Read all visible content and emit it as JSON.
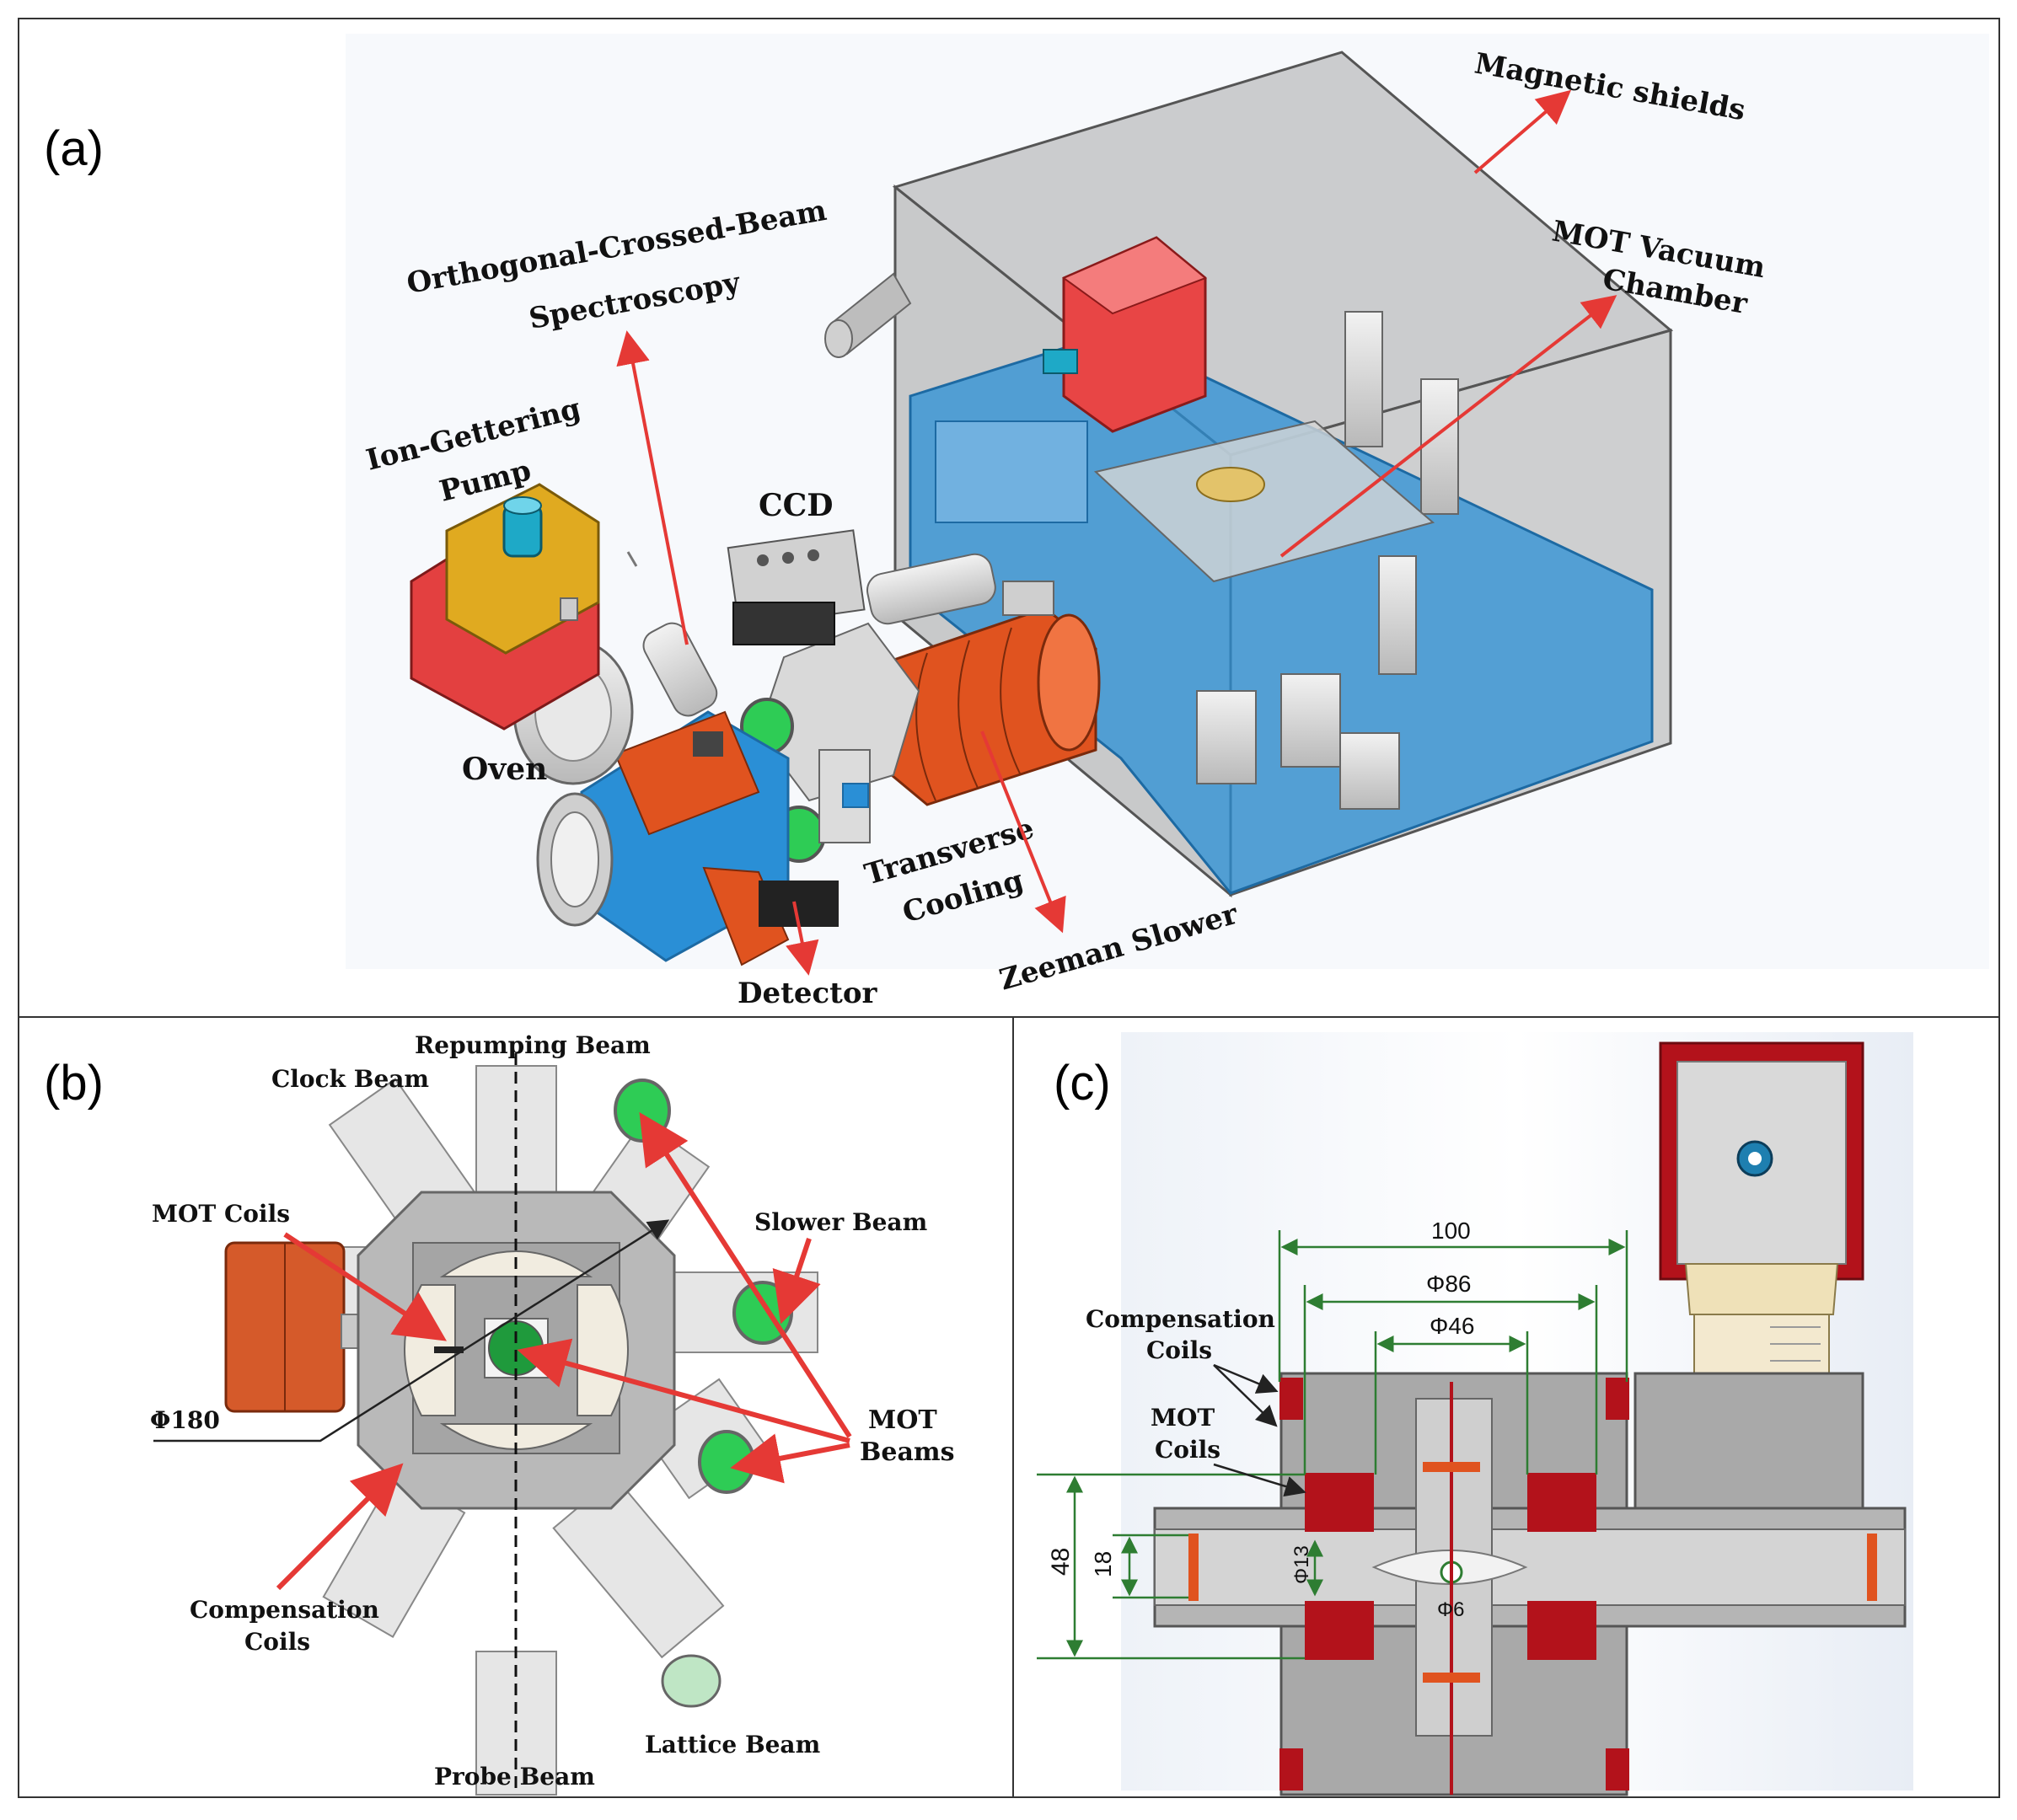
{
  "panels": {
    "a": {
      "letter": "(a)",
      "labels": {
        "magnetic_shields": "Magnetic shields",
        "mot_vacuum_1": "MOT Vacuum",
        "mot_vacuum_2": "Chamber",
        "ocbs_1": "Orthogonal-Crossed-Beam",
        "ocbs_2": "Spectroscopy",
        "ion_pump_1": "Ion-Gettering",
        "ion_pump_2": "Pump",
        "ccd": "CCD",
        "oven": "Oven",
        "transverse_1": "Transverse",
        "transverse_2": "Cooling",
        "zeeman": "Zeeman Slower",
        "detector": "Detector"
      }
    },
    "b": {
      "letter": "(b)",
      "labels": {
        "repumping": "Repumping  Beam",
        "clock": "Clock Beam",
        "mot_coils": "MOT Coils",
        "slower": "Slower Beam",
        "phi180": "Φ180",
        "mot_beams_1": "MOT",
        "mot_beams_2": "Beams",
        "comp_1": "Compensation",
        "comp_2": "Coils",
        "lattice": "Lattice Beam",
        "probe": "Probe Beam"
      }
    },
    "c": {
      "letter": "(c)",
      "labels": {
        "comp_1": "Compensation",
        "comp_2": "Coils",
        "mot_1": "MOT",
        "mot_2": "Coils"
      },
      "dimensions": {
        "d100": "100",
        "d86": "Φ86",
        "d46": "Φ46",
        "d48": "48",
        "d18": "18",
        "d13": "Φ13",
        "d6": "Φ6"
      }
    }
  },
  "colors": {
    "arrow": "#e53935",
    "dimension": "#2e7d32",
    "base_blue": "#2a8fd6",
    "coil_red": "#b3121b",
    "copper": "#e0531f",
    "shield_gray": "#8a8a8a"
  }
}
